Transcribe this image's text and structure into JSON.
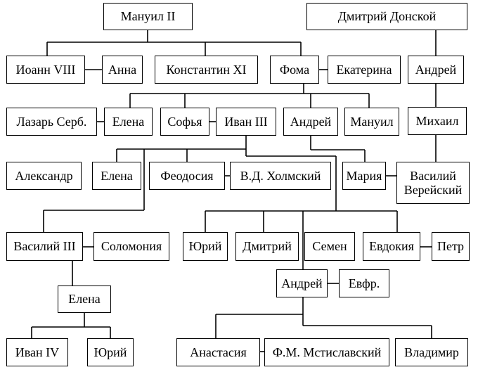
{
  "people": {
    "manuil_2": "Мануил II",
    "dmitry_donskoy": "Дмитрий Донской",
    "ioann_8": "Иоанн VIII",
    "anna": "Анна",
    "konstantin_11": "Константин XI",
    "foma": "Фома",
    "ekaterina": "Екатерина",
    "andrey_1": "Андрей",
    "lazar": "Лазарь Серб.",
    "elena_1": "Елена",
    "sofya": "Софья",
    "ivan_3": "Иван III",
    "andrey_2": "Андрей",
    "manuil": "Мануил",
    "mikhail": "Михаил",
    "aleksandr": "Александр",
    "elena_2": "Елена",
    "feodosiya": "Феодосия",
    "holmsky": "В.Д. Холмский",
    "mariya": "Мария",
    "vasily_vereysky": "Василий\nВерейский",
    "vasily_3": "Василий III",
    "solomoniya": "Соломония",
    "yury_1": "Юрий",
    "dmitry": "Дмитрий",
    "semen": "Семен",
    "evdokiya": "Евдокия",
    "petr": "Петр",
    "andrey_3": "Андрей",
    "evfr": "Евфр.",
    "elena_3": "Елена",
    "ivan_4": "Иван IV",
    "yury_2": "Юрий",
    "anastasiya": "Анастасия",
    "mstislavsky": "Ф.М. Мстиславский",
    "vladimir": "Владимир"
  }
}
